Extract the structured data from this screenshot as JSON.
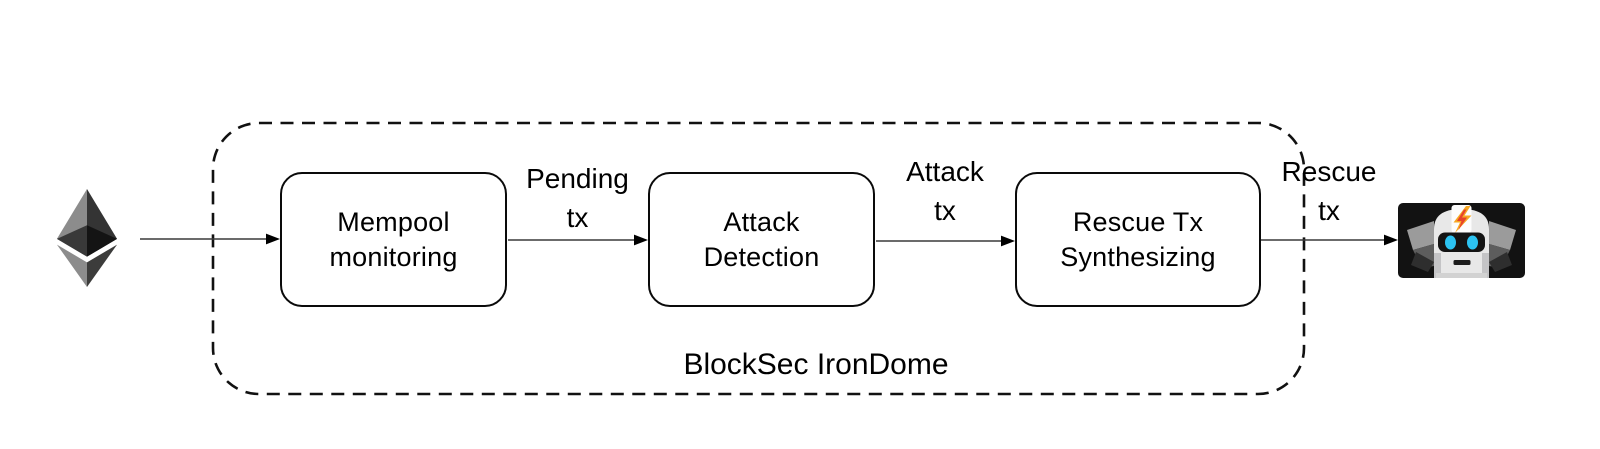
{
  "diagram": {
    "container": {
      "label": "BlockSec IronDome",
      "border_style": "dashed",
      "border_color": "#111111"
    },
    "source_node": {
      "id": "ethereum",
      "icon": "ethereum-logo"
    },
    "sink_node": {
      "id": "blocksec-robot",
      "icon": "robot-avatar"
    },
    "nodes": [
      {
        "id": "mempool-monitoring",
        "label": "Mempool\nmonitoring"
      },
      {
        "id": "attack-detection",
        "label": "Attack\nDetection"
      },
      {
        "id": "rescue-tx-synthesizing",
        "label": "Rescue Tx\nSynthesizing"
      }
    ],
    "edges": [
      {
        "from": "ethereum",
        "to": "mempool-monitoring",
        "label": ""
      },
      {
        "from": "mempool-monitoring",
        "to": "attack-detection",
        "label": "Pending\ntx"
      },
      {
        "from": "attack-detection",
        "to": "rescue-tx-synthesizing",
        "label": "Attack\ntx"
      },
      {
        "from": "rescue-tx-synthesizing",
        "to": "blocksec-robot",
        "label": "Rescue\ntx"
      }
    ],
    "colors": {
      "background": "#ffffff",
      "stroke": "#0a0a0a",
      "arrow": "#3a3a3a",
      "robot_eye_cyan": "#2cc3f2",
      "robot_bolt_orange": "#f7a823",
      "robot_bolt_red": "#e8432a"
    }
  }
}
